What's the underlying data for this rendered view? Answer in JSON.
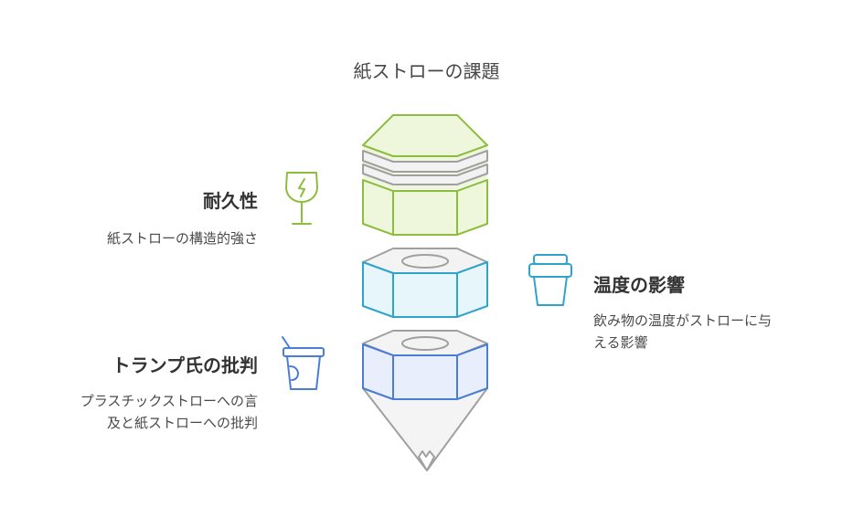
{
  "title": "紙ストローの課題",
  "items": [
    {
      "heading": "耐久性",
      "description_lines": [
        "紙ストローの構造的強さ"
      ],
      "icon": "wine-glass-icon",
      "color": "#8dbd3e"
    },
    {
      "heading": "温度の影響",
      "description_lines": [
        "飲み物の温度がストローに与",
        "える影響"
      ],
      "icon": "cup-icon",
      "color": "#2ea3cc"
    },
    {
      "heading": "トランプ氏の批判",
      "description_lines": [
        "プラスチックストローへの言",
        "及と紙ストローへの批判"
      ],
      "icon": "drink-straw-cup-icon",
      "color": "#4a7ed6"
    }
  ],
  "colors": {
    "green": "#8dbd3e",
    "green_fill": "#eef6dc",
    "gray": "#a0a0a0",
    "gray_fill": "#f4f4f4",
    "cyan": "#2ea3cc",
    "cyan_fill": "#e6f6fb",
    "blue": "#4a7ed6",
    "blue_fill": "#e8eefb"
  }
}
